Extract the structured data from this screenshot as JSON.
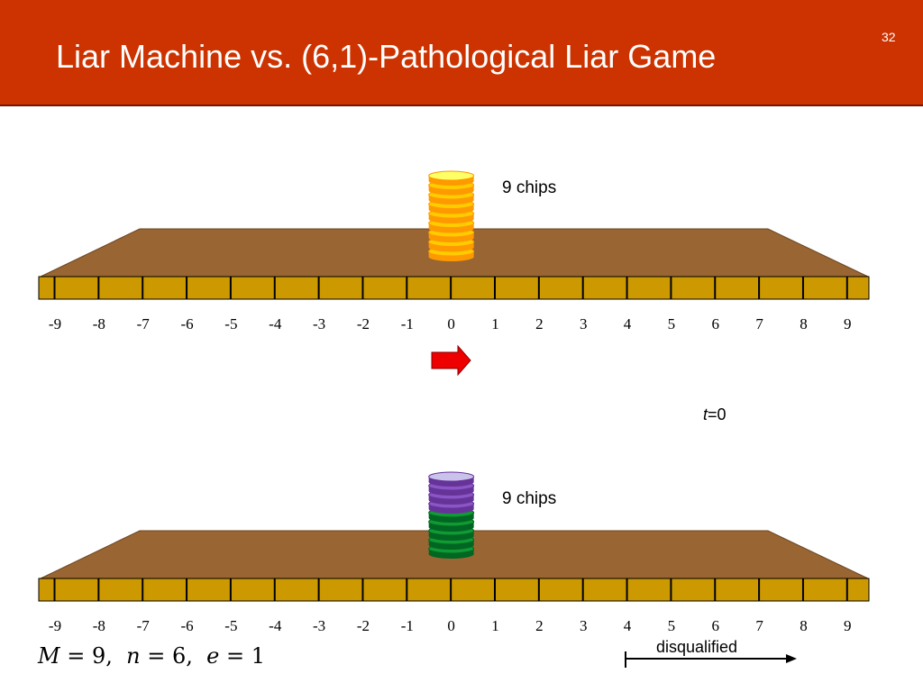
{
  "slide": {
    "title": "Liar Machine vs. (6,1)-Pathological Liar Game",
    "number": "32"
  },
  "positions": [
    "-9",
    "-8",
    "-7",
    "-6",
    "-5",
    "-4",
    "-3",
    "-2",
    "-1",
    "0",
    "1",
    "2",
    "3",
    "4",
    "5",
    "6",
    "7",
    "8",
    "9"
  ],
  "top_board": {
    "stack_label": "9 chips",
    "chip_count": 9,
    "stack_position": "0",
    "chip_colors": [
      "#ff9900",
      "#ffcc00",
      "#ffff66"
    ],
    "arrow_color": "#ee0000"
  },
  "time": {
    "variable": "t",
    "equals_value": "=0"
  },
  "bottom_board": {
    "stack_label": "9 chips",
    "chip_count": 9,
    "stack_position": "0",
    "purple_chips": 4,
    "green_chips": 5,
    "purple_colors": [
      "#663399",
      "#8a55c4",
      "#c9c3ec"
    ],
    "green_colors": [
      "#006622",
      "#119933"
    ]
  },
  "parameters": {
    "M_symbol": "M",
    "M_value": "9",
    "n_symbol": "n",
    "n_value": "6",
    "e_symbol": "e",
    "e_value": "1",
    "operator": "="
  },
  "disqualified_label": "disqualified",
  "colors": {
    "header": "#cc3300",
    "board_top": "#996633",
    "board_strip": "#cc9900"
  }
}
